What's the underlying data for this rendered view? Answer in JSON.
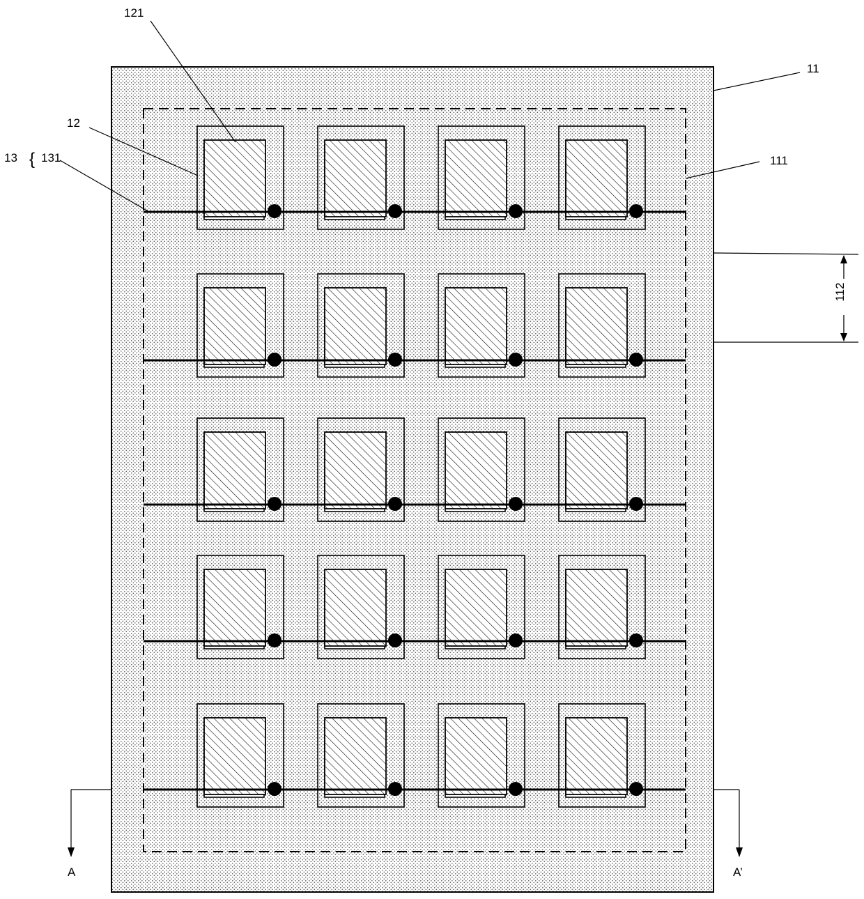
{
  "labels": {
    "panel": "11",
    "region": "111",
    "row_gap": "112",
    "cell": "12",
    "cell_inner": "121",
    "line_group": "13",
    "line_group_brace": "{",
    "line": "131",
    "section_start": "A",
    "section_end": "A’"
  },
  "grid": {
    "rows": 5,
    "columns": 4
  },
  "colors": {
    "stroke": "#000000",
    "panel_fill": "#ffffff",
    "dots": "#555555"
  }
}
